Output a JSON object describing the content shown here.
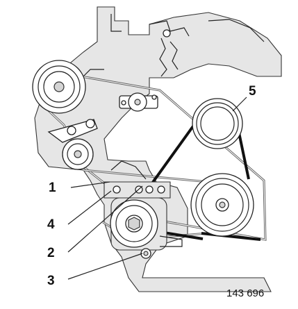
{
  "callouts": [
    {
      "id": "1",
      "label": "1"
    },
    {
      "id": "4",
      "label": "4"
    },
    {
      "id": "2",
      "label": "2"
    },
    {
      "id": "3",
      "label": "3"
    },
    {
      "id": "5",
      "label": "5"
    }
  ],
  "figure_number": "143 696"
}
